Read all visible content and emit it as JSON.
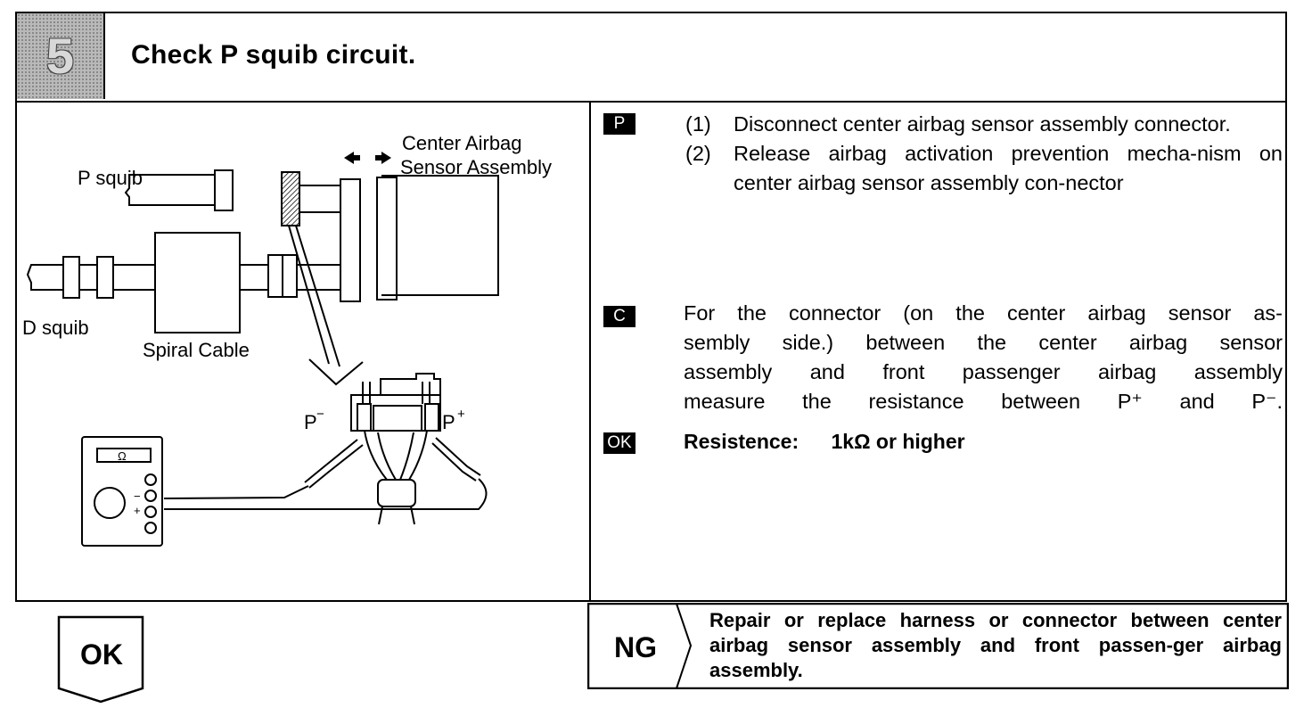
{
  "header": {
    "step_number": "5",
    "title": "Check P squib circuit."
  },
  "diagram": {
    "labels": {
      "p_squib": "P squib",
      "d_squib": "D squib",
      "spiral_cable": "Spiral Cable",
      "center_airbag_line1": "Center Airbag",
      "center_airbag_line2": "Sensor Assembly",
      "p_minus": "P",
      "p_minus_sup": "−",
      "p_plus": "P",
      "p_plus_sup": "+",
      "ohm": "Ω",
      "meter_minus": "−",
      "meter_plus": "+"
    }
  },
  "prepare": {
    "tag": "P",
    "steps": [
      {
        "num": "(1)",
        "text": "Disconnect center airbag sensor assembly connector."
      },
      {
        "num": "(2)",
        "text": "Release airbag activation prevention mecha-nism on center airbag sensor assembly con-nector"
      }
    ]
  },
  "check": {
    "tag": "C",
    "line1": "For the connector (on the center airbag sensor as-",
    "line2": "sembly side.) between the center airbag sensor",
    "line3": "assembly and front passenger airbag assembly",
    "line4": "measure the resistance between P⁺ and P⁻."
  },
  "ok_spec": {
    "tag": "OK",
    "label": "Resistence:",
    "value": "1kΩ or higher"
  },
  "results": {
    "ok_label": "OK",
    "ng_label": "NG",
    "ng_message": "Repair or replace harness or connector between center airbag sensor assembly and front passen-ger airbag assembly."
  }
}
